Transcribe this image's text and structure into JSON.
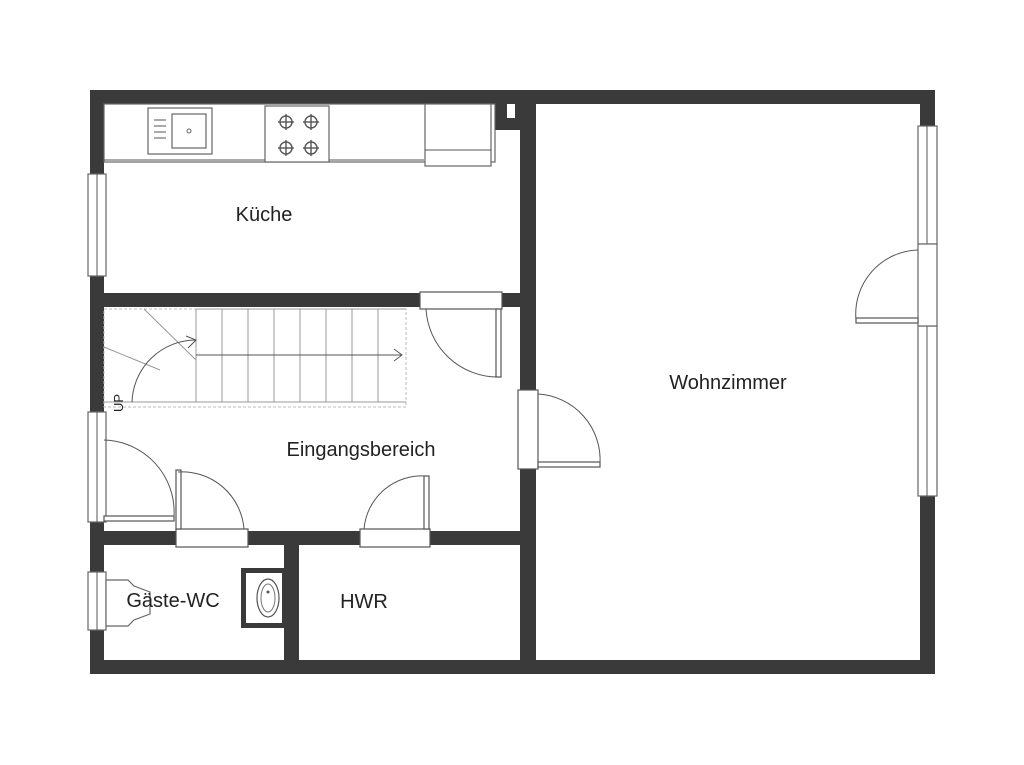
{
  "rooms": {
    "kitchen": "Küche",
    "living": "Wohnzimmer",
    "entrance": "Eingangsbereich",
    "guest_wc": "Gäste-WC",
    "utility": "HWR"
  },
  "stairs": {
    "direction_label": "UP"
  }
}
